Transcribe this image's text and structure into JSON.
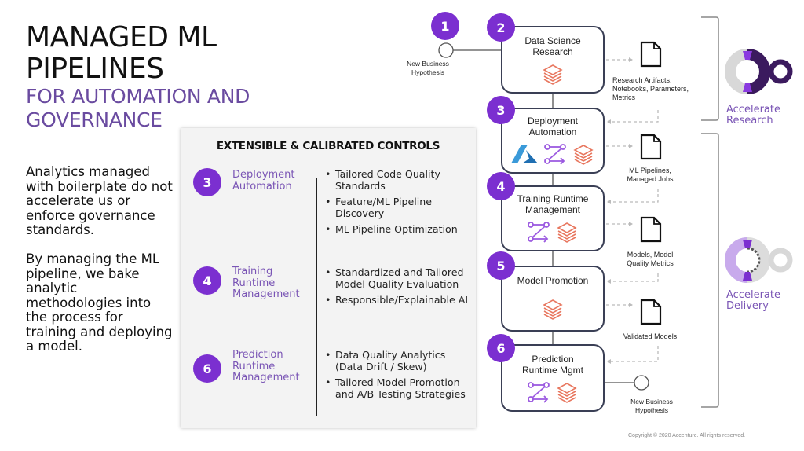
{
  "title": {
    "line1": "MANAGED ML",
    "line2": "PIPELINES",
    "sub1": "FOR AUTOMATION AND",
    "sub2": "GOVERNANCE"
  },
  "intro": {
    "para1": "Analytics managed with boilerplate do not accelerate us or enforce governance standards.",
    "para2": "By managing the ML pipeline, we bake analytic methodologies into the process for training and deploying a model."
  },
  "controls": {
    "heading": "EXTENSIBLE & CALIBRATED CONTROLS",
    "groups": [
      {
        "number": "3",
        "label_lines": [
          "Deployment",
          "Automation"
        ],
        "bullets": [
          "Tailored Code Quality Standards",
          "Feature/ML Pipeline Discovery",
          "ML Pipeline Optimization"
        ]
      },
      {
        "number": "4",
        "label_lines": [
          "Training",
          "Runtime",
          "Management"
        ],
        "bullets": [
          "Standardized and Tailored Model Quality Evaluation",
          "Responsible/Explainable AI"
        ]
      },
      {
        "number": "6",
        "label_lines": [
          "Prediction",
          "Runtime",
          "Management"
        ],
        "bullets": [
          "Data Quality Analytics (Data Drift / Skew)",
          "Tailored Model Promotion and A/B Testing Strategies"
        ]
      }
    ]
  },
  "pipeline": {
    "start": {
      "number": "1",
      "label_lines": [
        "New Business",
        "Hypothesis"
      ]
    },
    "end": {
      "label_lines": [
        "New Business",
        "Hypothesis"
      ]
    },
    "stages": [
      {
        "number": "2",
        "title_lines": [
          "Data Science",
          "Research"
        ],
        "icons": [
          "databricks-icon"
        ]
      },
      {
        "number": "3",
        "title_lines": [
          "Deployment",
          "Automation"
        ],
        "icons": [
          "azure-icon",
          "pipeline-icon",
          "databricks-icon"
        ]
      },
      {
        "number": "4",
        "title_lines": [
          "Training Runtime",
          "Management"
        ],
        "icons": [
          "pipeline-icon",
          "databricks-icon"
        ]
      },
      {
        "number": "5",
        "title_lines": [
          "Model Promotion"
        ],
        "icons": [
          "databricks-icon"
        ]
      },
      {
        "number": "6",
        "title_lines": [
          "Prediction",
          "Runtime Mgmt"
        ],
        "icons": [
          "pipeline-icon",
          "databricks-icon"
        ]
      }
    ],
    "artifacts": [
      {
        "label_lines": [
          "Research Artifacts:",
          "Notebooks,  Parameters,",
          "Metrics"
        ]
      },
      {
        "label_lines": [
          "ML Pipelines,",
          "Managed Jobs"
        ]
      },
      {
        "label_lines": [
          "Models, Model",
          "Quality Metrics"
        ]
      },
      {
        "label_lines": [
          "Validated Models"
        ]
      }
    ]
  },
  "outcomes": [
    {
      "label_lines": [
        "Accelerate",
        "Research"
      ]
    },
    {
      "label_lines": [
        "Accelerate",
        "Delivery"
      ]
    }
  ],
  "colors": {
    "accent_purple": "#7b2fd0",
    "label_purple": "#7a55b5",
    "databricks_orange": "#e8775f",
    "azure_blue": "#1f83c8"
  },
  "copyright": "Copyright © 2020 Accenture. All rights reserved."
}
